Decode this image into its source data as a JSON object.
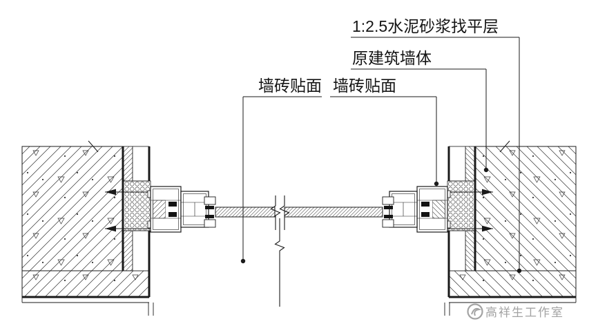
{
  "colors": {
    "line": "#1a1a1a",
    "hatch": "#3a3a3a",
    "watermark": "#a3a3a3",
    "background": "#ffffff"
  },
  "labels": {
    "leveling_layer": "1:2.5水泥砂浆找平层",
    "original_wall": "原建筑墙体",
    "wall_tile_right": "墙砖贴面",
    "wall_tile_left": "墙砖贴面"
  },
  "watermark": {
    "studio_name": "高祥生工作室",
    "logo": "swirl-circle-icon"
  }
}
